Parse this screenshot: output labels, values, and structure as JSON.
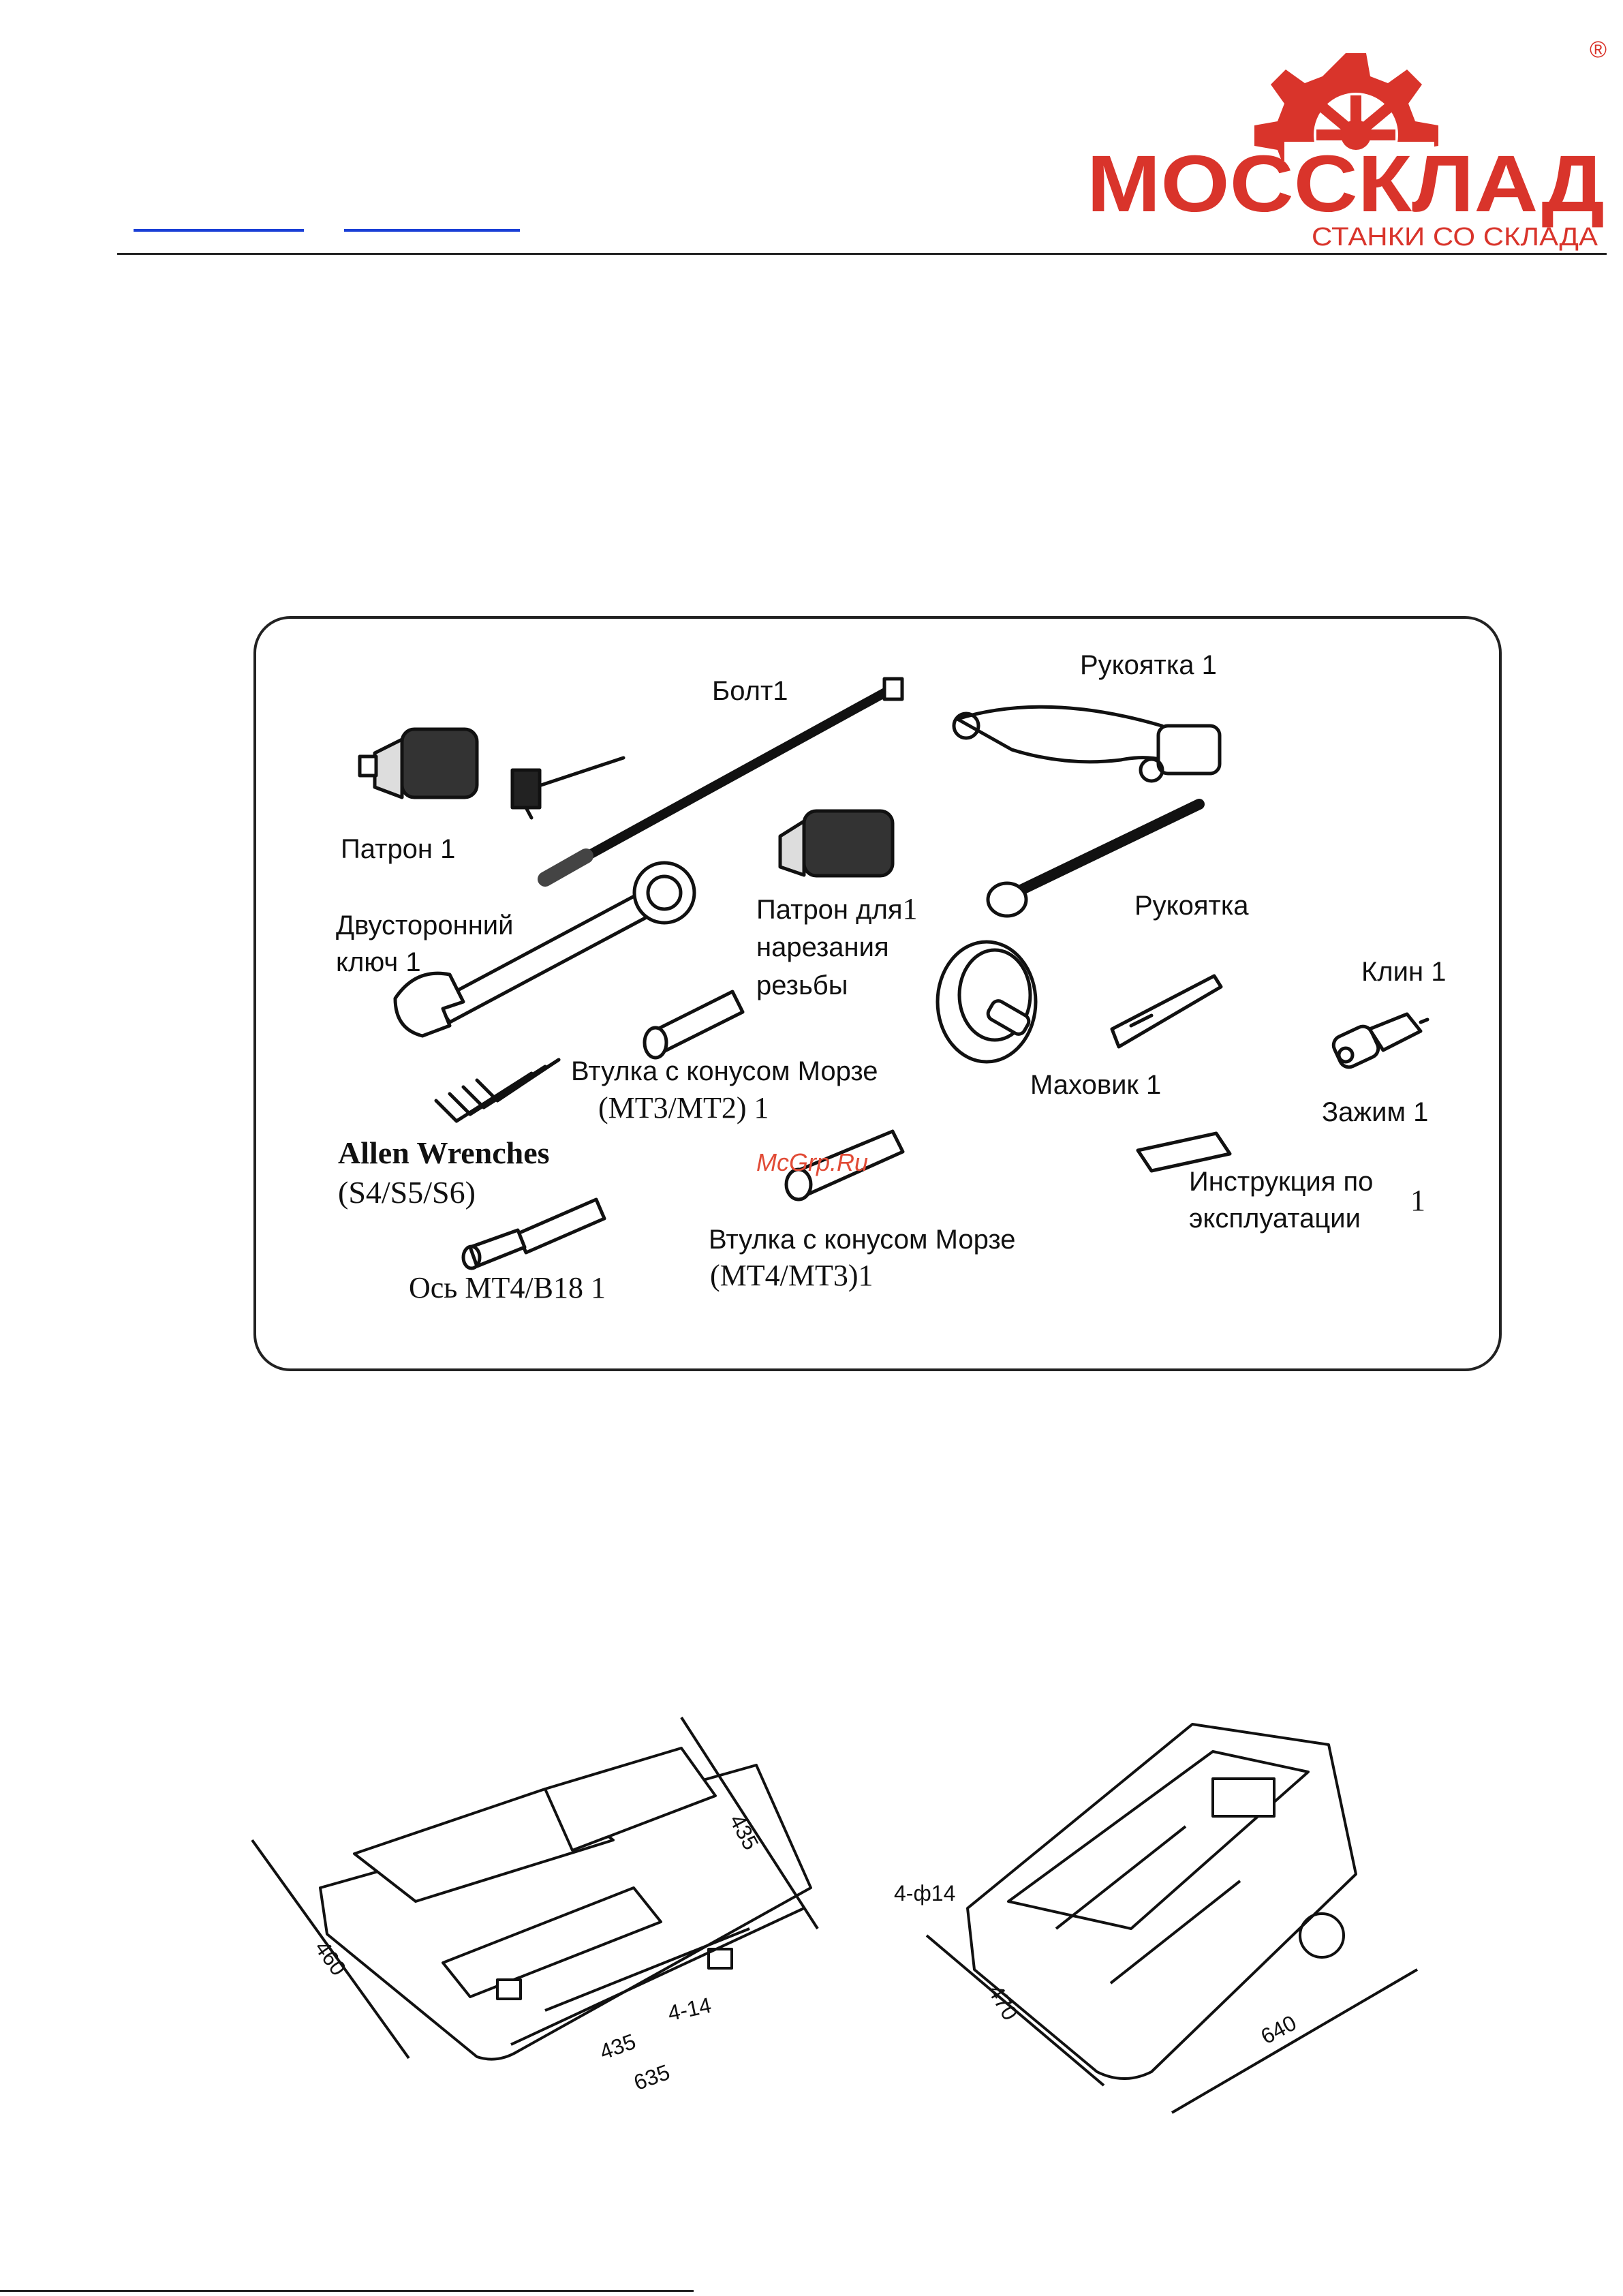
{
  "header": {
    "logo": {
      "brand": "МОССКЛАД",
      "tagline": "СТАНКИ СО СКЛАДА",
      "registered": "®",
      "color": "#d9342b"
    }
  },
  "accessories": {
    "items": [
      {
        "id": "bolt",
        "label": "Болт",
        "qty": "1"
      },
      {
        "id": "handle1",
        "label": "Рукоятка 1"
      },
      {
        "id": "chuck",
        "label": "Патрон 1"
      },
      {
        "id": "wrench",
        "label_line1": "Двусторонний",
        "label_line2": "ключ 1"
      },
      {
        "id": "tap_chuck",
        "label_line1": "Патрон для",
        "label_line2": "нарезания",
        "label_line3": "резьбы",
        "qty": "1"
      },
      {
        "id": "handle2",
        "label": "Рукоятка"
      },
      {
        "id": "wedge",
        "label": "Клин 1"
      },
      {
        "id": "sleeve1",
        "label_line1": "Втулка с конусом Морзе",
        "label_line2": "(МТ3/МТ2) 1"
      },
      {
        "id": "handwheel",
        "label": "Маховик 1"
      },
      {
        "id": "clamp",
        "label": "Зажим 1"
      },
      {
        "id": "allen",
        "label_line1": "Allen Wrenches",
        "label_line2": "(S4/S5/S6)"
      },
      {
        "id": "manual",
        "label_line1": "Инструкция по",
        "label_line2": "эксплуатации",
        "qty": "1"
      },
      {
        "id": "arbor",
        "label": "Ось МТ4/В18 1"
      },
      {
        "id": "sleeve2",
        "label_line1": "Втулка с конусом Морзе",
        "label_line2": "(МТ4/МТ3)1"
      }
    ],
    "watermark": "McGrp.Ru"
  },
  "drawings": {
    "left": {
      "d1": "435",
      "d2": "460",
      "d3": "435",
      "d4": "635",
      "holes": "4-14"
    },
    "right": {
      "holes": "4-ф14",
      "d1": "470",
      "d2": "640"
    }
  }
}
